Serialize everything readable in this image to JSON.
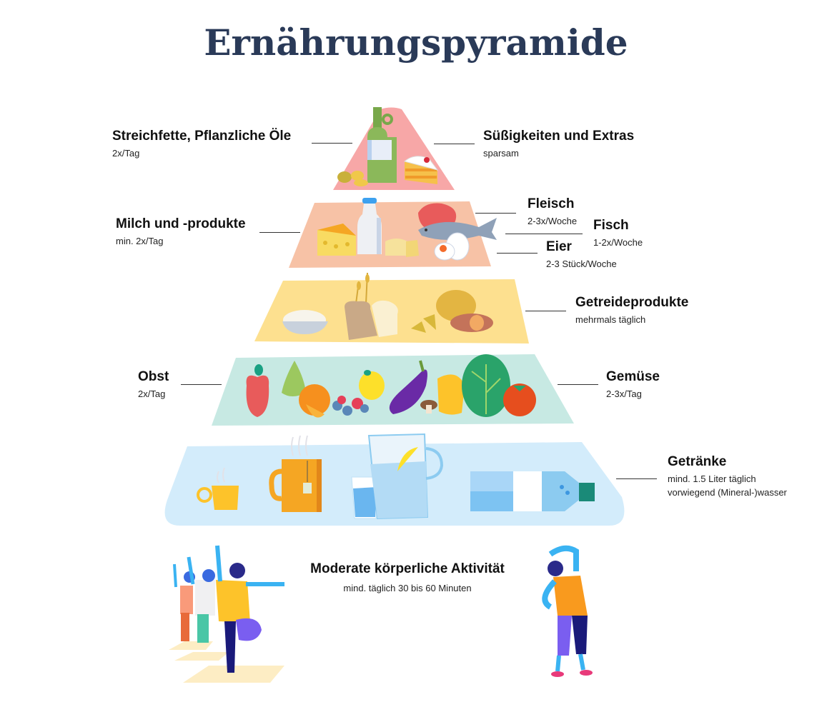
{
  "title": "Ernährungspyramide",
  "colors": {
    "title": "#2a3a58",
    "tier_fats_sweets": "#f7a7a7",
    "tier_protein": "#f7c2a6",
    "tier_grains": "#fde08f",
    "tier_produce": "#c7e9e3",
    "tier_drinks": "#d3ecfb"
  },
  "tiers": [
    {
      "id": "fats-sweets",
      "left": {
        "heading": "Streichfette, Pflanzliche Öle",
        "detail": "2x/Tag"
      },
      "right": {
        "heading": "Süßigkeiten und Extras",
        "detail": "sparsam"
      },
      "icons": [
        "oil-bottle-icon",
        "nuts-icon",
        "cake-slice-icon"
      ]
    },
    {
      "id": "protein",
      "left": {
        "heading": "Milch und -produkte",
        "detail": "min. 2x/Tag"
      },
      "right": [
        {
          "heading": "Fleisch",
          "detail": "2-3x/Woche"
        },
        {
          "heading": "Fisch",
          "detail": "1-2x/Woche"
        },
        {
          "heading": "Eier",
          "detail": "2-3 Stück/Woche"
        }
      ],
      "icons": [
        "cheese-icon",
        "milk-bottle-icon",
        "soft-cheese-icon",
        "meat-icon",
        "fish-icon",
        "egg-icon"
      ]
    },
    {
      "id": "grains",
      "right": {
        "heading": "Getreideprodukte",
        "detail": "mehrmals täglich"
      },
      "icons": [
        "rice-bowl-icon",
        "wheat-icon",
        "bread-icon",
        "pasta-icon",
        "potato-icon"
      ]
    },
    {
      "id": "produce",
      "left": {
        "heading": "Obst",
        "detail": "2x/Tag"
      },
      "right": {
        "heading": "Gemüse",
        "detail": "2-3x/Tag"
      },
      "icons": [
        "apple-icon",
        "pear-icon",
        "orange-icon",
        "berries-icon",
        "lemon-icon",
        "eggplant-icon",
        "mushroom-icon",
        "pepper-icon",
        "cabbage-icon",
        "tomato-icon"
      ]
    },
    {
      "id": "drinks",
      "right": {
        "heading": "Getränke",
        "detail_1": "mind. 1.5 Liter täglich",
        "detail_2": "vorwiegend (Mineral-)wasser"
      },
      "icons": [
        "coffee-cup-icon",
        "tea-mug-icon",
        "water-glass-icon",
        "water-pitcher-icon",
        "water-bottle-icon"
      ]
    }
  ],
  "activity": {
    "heading": "Moderate körperliche Aktivität",
    "detail": "mind. täglich 30 bis 60 Minuten"
  }
}
